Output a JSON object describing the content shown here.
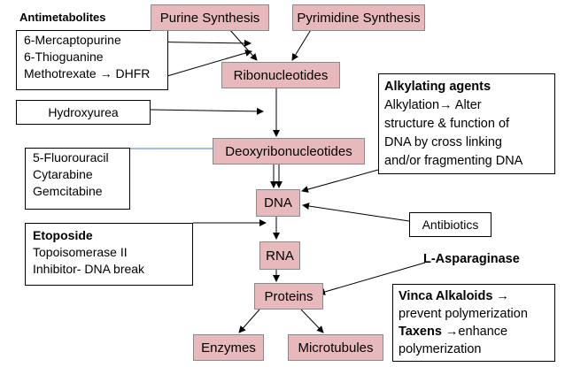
{
  "nodes": {
    "purine_synthesis": "Purine Synthesis",
    "pyrimidine_synthesis": "Pyrimidine Synthesis",
    "ribonucleotides": "Ribonucleotides",
    "deoxyribonucleotides": "Deoxyribonucleotides",
    "dna": "DNA",
    "rna": "RNA",
    "proteins": "Proteins",
    "enzymes": "Enzymes",
    "microtubules": "Microtubules"
  },
  "antimetabolites": {
    "heading": "Antimetabolites",
    "items": [
      "6-Mercaptopurine",
      "6-Thioguanine",
      "Methotrexate → DHFR"
    ]
  },
  "hydroxyurea": "Hydroxyurea",
  "fluoro_group": [
    "5-Fluorouracil",
    "Cytarabine",
    "Gemcitabine"
  ],
  "alkylating": {
    "title": "Alkylating agents",
    "lines": [
      "Alkylation→ Alter",
      "structure & function of",
      "DNA by cross linking",
      "and/or fragmenting DNA"
    ]
  },
  "antibiotics": "Antibiotics",
  "etoposide": {
    "title": "Etoposide",
    "lines": [
      "Topoisomerase II",
      "Inhibitor- DNA break"
    ]
  },
  "l_asparaginase": "L-Asparaginase",
  "vinca_taxens": {
    "vinca_title": "Vinca Alkaloids",
    "vinca_arrow": " →",
    "vinca_text": "prevent polymerization",
    "taxens_title": "Taxens",
    "taxens_text": " →enhance",
    "taxens_text2": "polymerization"
  },
  "colors": {
    "node_fill": "#e7b8bc",
    "node_border": "#8a8a8a",
    "box_border": "#000000",
    "arrow": "#000000",
    "blue_line": "#4a7ebb"
  }
}
